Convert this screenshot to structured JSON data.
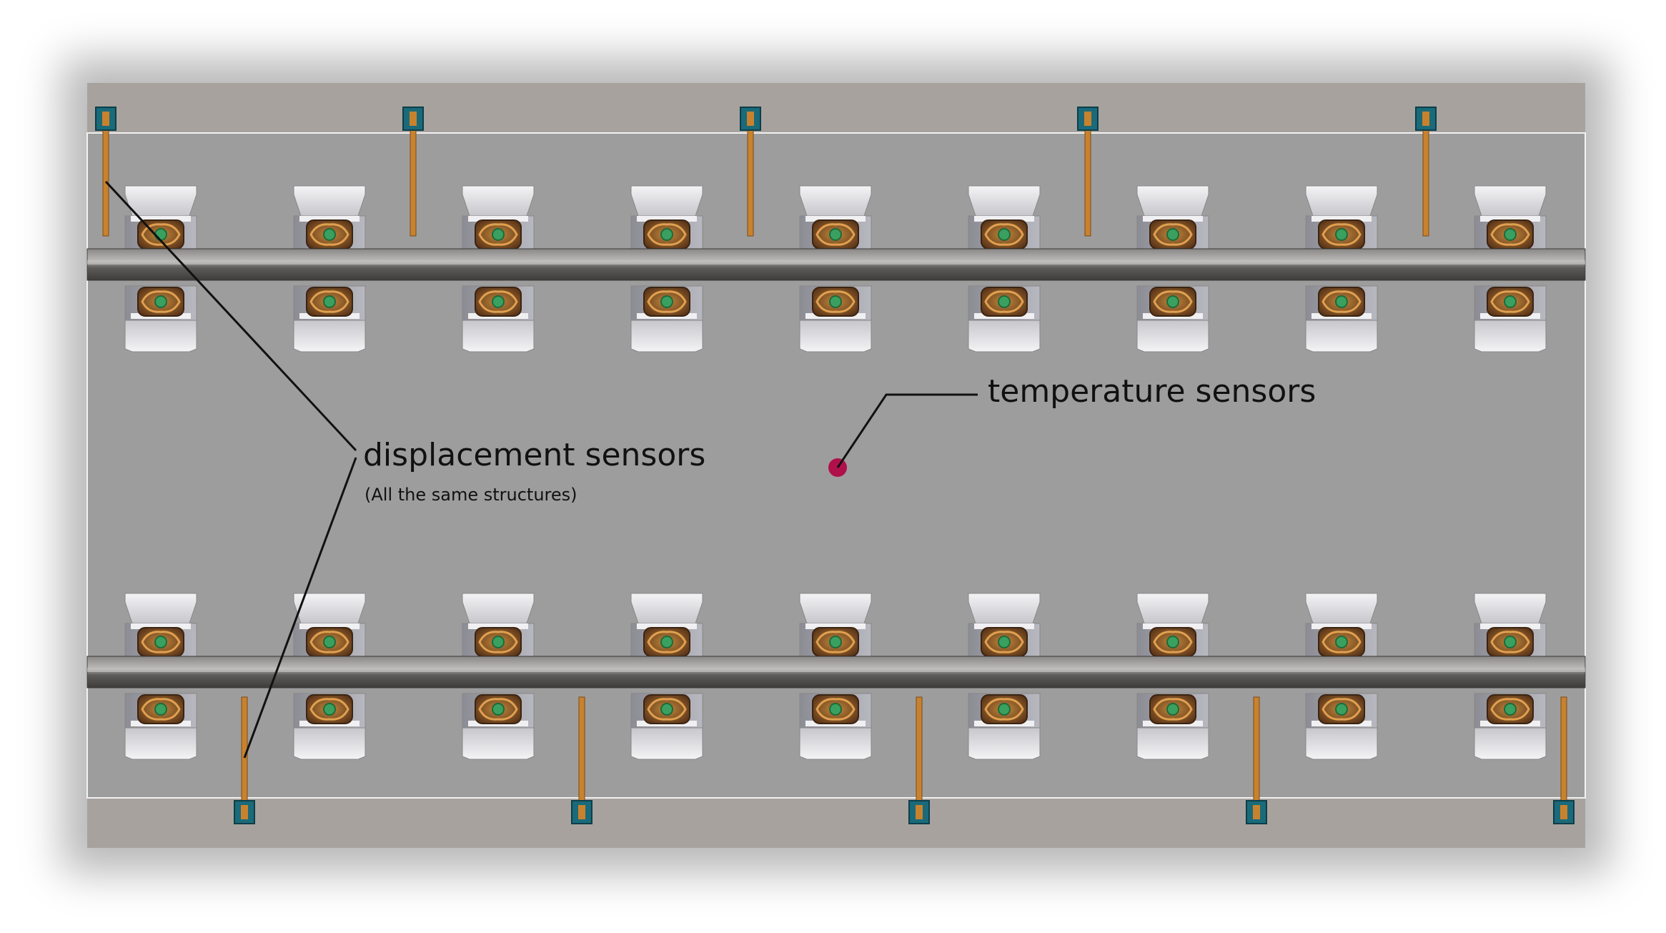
{
  "labels": {
    "displacement": "displacement sensors",
    "displacement_note": "(All the same structures)",
    "temperature": "temperature sensors"
  },
  "colors": {
    "frame": "#a5a09c",
    "slab": "#9c9c9c",
    "rail": "#6a6866",
    "sleeper": "#d8d8dc",
    "fastener": "#8a5a2a",
    "fastener_center": "#3aa060",
    "sensor_rod": "#c8822e",
    "sensor_mount": "#1a6a7a",
    "temperature_sensor": "#b0104a",
    "leader_line": "#111111"
  },
  "icons": {
    "displacement_sensor": "rod-with-square-mount",
    "temperature_sensor": "dot",
    "fastener": "rail-clip"
  }
}
